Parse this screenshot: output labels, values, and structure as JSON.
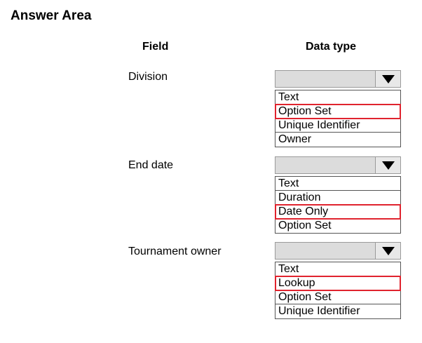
{
  "title": "Answer Area",
  "headers": {
    "field": "Field",
    "data_type": "Data type"
  },
  "rows": [
    {
      "field": "Division",
      "options": [
        "Text",
        "Option Set",
        "Unique Identifier",
        "Owner"
      ],
      "selected": "Option Set"
    },
    {
      "field": "End date",
      "options": [
        "Text",
        "Duration",
        "Date Only",
        "Option Set"
      ],
      "selected": "Date Only"
    },
    {
      "field": "Tournament owner",
      "options": [
        "Text",
        "Lookup",
        "Option Set",
        "Unique Identifier"
      ],
      "selected": "Lookup"
    }
  ],
  "colors": {
    "highlight": "#e0232e"
  },
  "icons": {
    "dropdown_arrow": "triangle-down-icon"
  }
}
